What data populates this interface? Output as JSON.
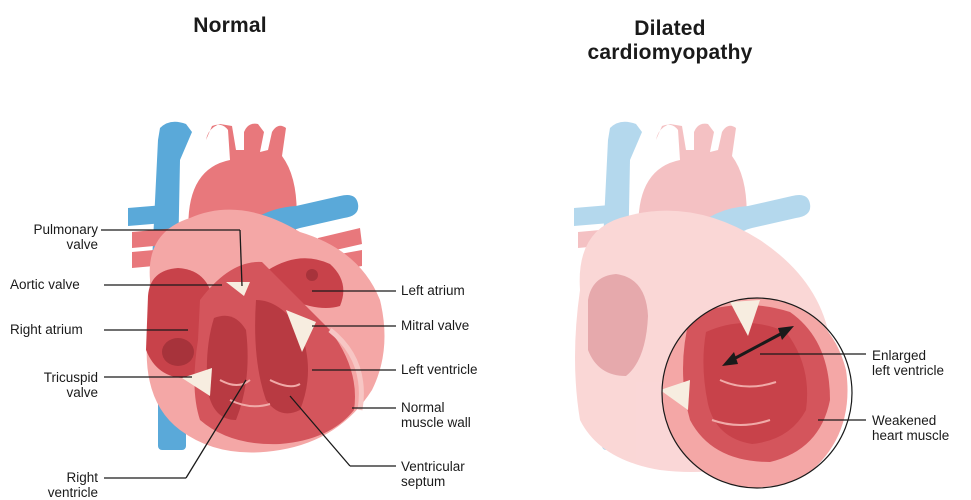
{
  "titles": {
    "normal": "Normal",
    "dilated_line1": "Dilated",
    "dilated_line2": "cardiomyopathy"
  },
  "normal_labels": {
    "pulmonary_valve_1": "Pulmonary",
    "pulmonary_valve_2": "valve",
    "aortic_valve": "Aortic valve",
    "right_atrium": "Right atrium",
    "tricuspid_valve_1": "Tricuspid",
    "tricuspid_valve_2": "valve",
    "right_ventricle_1": "Right",
    "right_ventricle_2": "ventricle",
    "left_atrium": "Left atrium",
    "mitral_valve": "Mitral valve",
    "left_ventricle": "Left ventricle",
    "normal_muscle_wall_1": "Normal",
    "normal_muscle_wall_2": "muscle wall",
    "ventricular_septum_1": "Ventricular",
    "ventricular_septum_2": "septum"
  },
  "dilated_labels": {
    "enlarged_lv_1": "Enlarged",
    "enlarged_lv_2": "left ventricle",
    "weakened_muscle_1": "Weakened",
    "weakened_muscle_2": "heart muscle"
  },
  "colors": {
    "vessel_blue": "#5aa9d9",
    "artery_red": "#e8787c",
    "muscle_red": "#c8424a",
    "chamber_light": "#f4a7a6",
    "valve_cream": "#f7ede0",
    "line": "#1a1a1a"
  }
}
